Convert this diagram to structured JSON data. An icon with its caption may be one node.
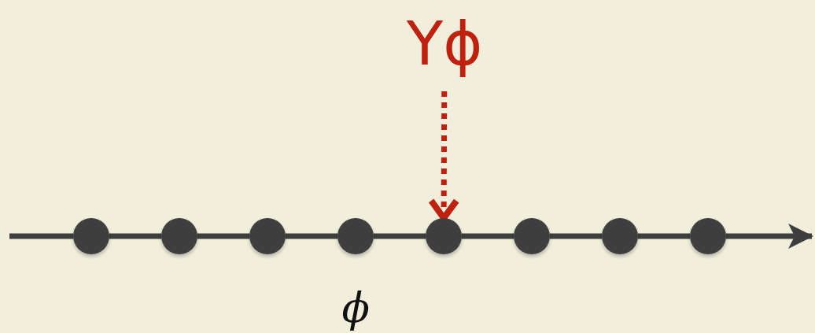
{
  "diagram": {
    "nodes": [
      {
        "text": [
          "Yϕ"
        ]
      },
      {
        "text": [],
        "shape": "circle"
      },
      {
        "text": [],
        "shape": "circle"
      },
      {
        "text": [],
        "shape": "circle"
      },
      {
        "text": [],
        "shape": "circle",
        "beside": [
          "ϕ"
        ]
      },
      {
        "text": [],
        "shape": "circle"
      },
      {
        "text": [],
        "shape": "circle"
      },
      {
        "text": [],
        "shape": "circle"
      },
      {
        "text": [],
        "shape": "circle"
      }
    ],
    "edges": [
      {
        "from": 0,
        "to": 5,
        "arrow": "to",
        "style": "dashed",
        "color": "#c0210f"
      },
      {
        "from": null,
        "to": 1,
        "arrow": "none"
      },
      {
        "from": 1,
        "to": 2,
        "arrow": "none"
      },
      {
        "from": 2,
        "to": 3,
        "arrow": "none"
      },
      {
        "from": 3,
        "to": 4,
        "arrow": "none"
      },
      {
        "from": 4,
        "to": 5,
        "arrow": "none"
      },
      {
        "from": 5,
        "to": 6,
        "arrow": "none"
      },
      {
        "from": 6,
        "to": 7,
        "arrow": "none"
      },
      {
        "from": 7,
        "to": 8,
        "arrow": "none"
      },
      {
        "from": 8,
        "to": null,
        "arrow": "to"
      }
    ]
  }
}
